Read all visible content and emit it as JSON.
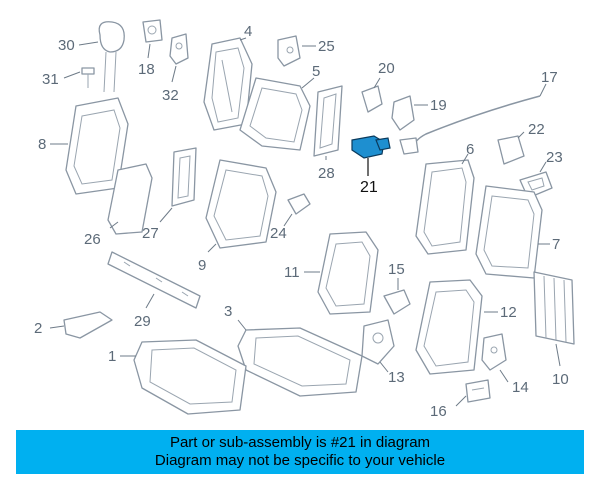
{
  "labels": {
    "p1": "1",
    "p2": "2",
    "p3": "3",
    "p4": "4",
    "p5": "5",
    "p6": "6",
    "p7": "7",
    "p8": "8",
    "p9": "9",
    "p10": "10",
    "p11": "11",
    "p12": "12",
    "p13": "13",
    "p14": "14",
    "p15": "15",
    "p16": "16",
    "p17": "17",
    "p18": "18",
    "p19": "19",
    "p20": "20",
    "p21": "21",
    "p22": "22",
    "p23": "23",
    "p24": "24",
    "p25": "25",
    "p26": "26",
    "p27": "27",
    "p28": "28",
    "p29": "29",
    "p30": "30",
    "p31": "31",
    "p32": "32"
  },
  "highlight": {
    "part_number": "21",
    "color": "#1e8fd0"
  },
  "banner": {
    "line1": "Part or sub-assembly is #21 in diagram",
    "line2": "Diagram may not be specific to your vehicle",
    "background": "#00b0f0"
  }
}
